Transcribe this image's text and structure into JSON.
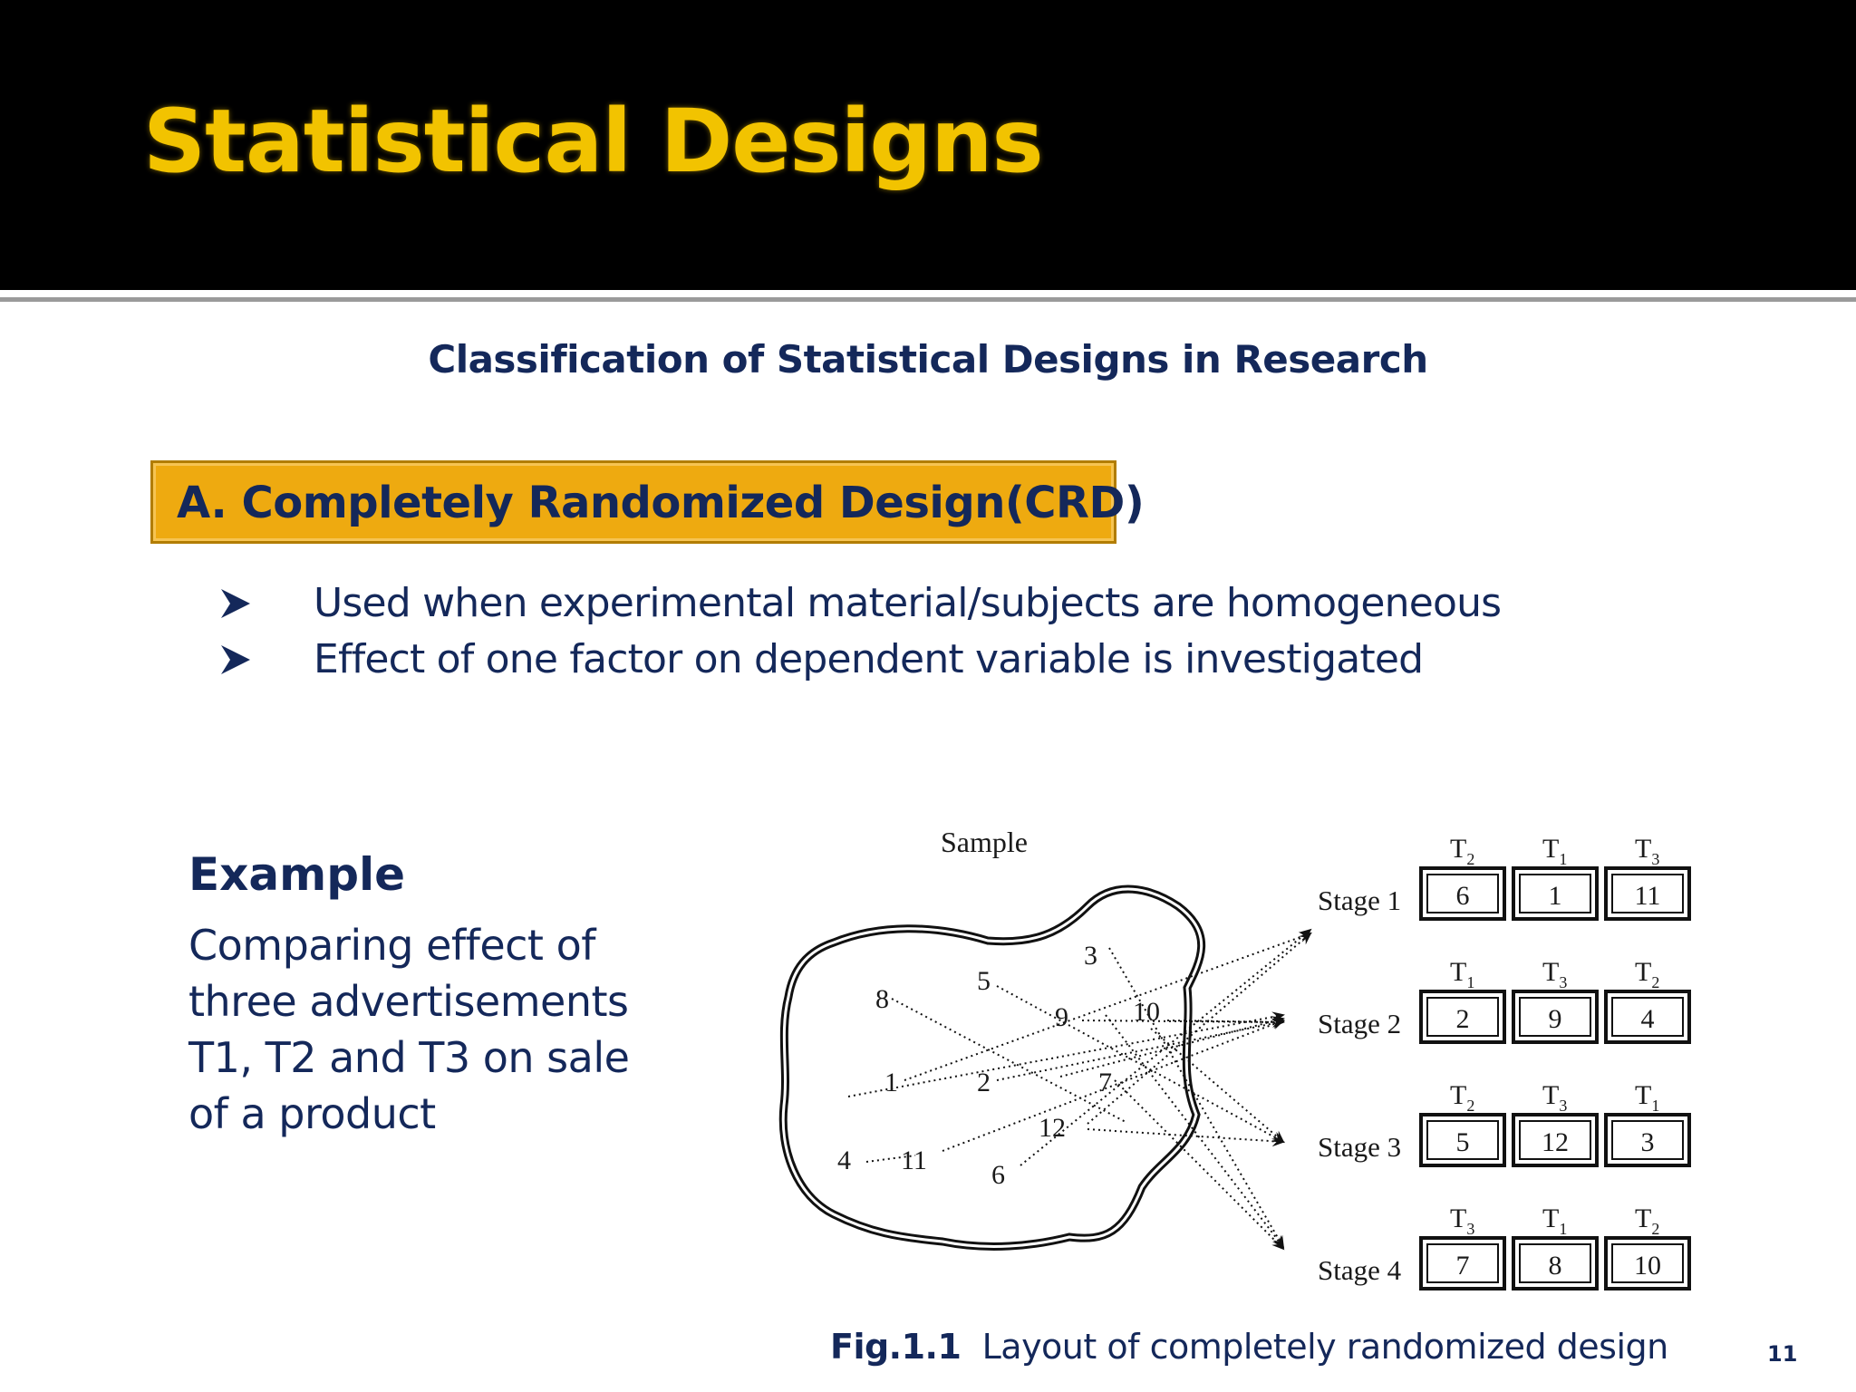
{
  "slide": {
    "title": "Statistical Designs",
    "subtitle": "Classification of Statistical Designs in Research",
    "page_number": "11"
  },
  "section": {
    "label": "A.  Completely Randomized Design(CRD)"
  },
  "bullets": [
    "Used when experimental material/subjects are homogeneous",
    "Effect of one factor on dependent variable is investigated"
  ],
  "example": {
    "title": "Example",
    "text": "Comparing effect of three advertisements T1, T2 and T3 on sale of a product"
  },
  "figure": {
    "sample_label": "Sample",
    "caption_number": "Fig.1.1",
    "caption_text": "Layout of completely randomized design",
    "sample_units": [
      "1",
      "2",
      "3",
      "4",
      "5",
      "6",
      "7",
      "8",
      "9",
      "10",
      "11",
      "12"
    ],
    "stages": [
      {
        "label": "Stage 1",
        "treatments": [
          "T2",
          "T1",
          "T3"
        ],
        "units": [
          "6",
          "1",
          "11"
        ]
      },
      {
        "label": "Stage 2",
        "treatments": [
          "T1",
          "T3",
          "T2"
        ],
        "units": [
          "2",
          "9",
          "4"
        ]
      },
      {
        "label": "Stage 3",
        "treatments": [
          "T2",
          "T3",
          "T1"
        ],
        "units": [
          "5",
          "12",
          "3"
        ]
      },
      {
        "label": "Stage 4",
        "treatments": [
          "T3",
          "T1",
          "T2"
        ],
        "units": [
          "7",
          "8",
          "10"
        ]
      }
    ]
  },
  "colors": {
    "title": "#f2c300",
    "text": "#14285a",
    "section_fill": "#eeaa10",
    "header": "#000000"
  }
}
